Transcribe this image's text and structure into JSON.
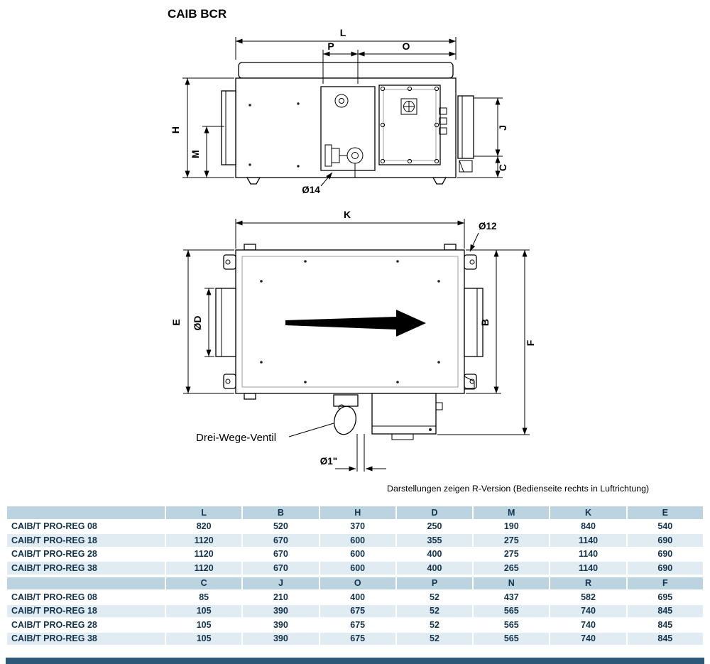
{
  "page": {
    "title": "CAIB BCR",
    "caption": "Darstellungen zeigen R-Version (Bedienseite rechts in Luftrichtung)"
  },
  "drawing": {
    "side_view": {
      "L": "L",
      "P": "P",
      "O": "O",
      "H": "H",
      "M": "M",
      "J": "J",
      "C": "C",
      "phi14": "Ø14"
    },
    "plan_view": {
      "K": "K",
      "phi12": "Ø12",
      "E": "E",
      "phiD": "ØD",
      "B": "B",
      "F": "F",
      "phi1": "Ø1\"",
      "valve_label": "Drei-Wege-Ventil"
    }
  },
  "tables": {
    "dimensions1": {
      "headers": [
        "L",
        "B",
        "H",
        "D",
        "M",
        "K",
        "E"
      ],
      "rows": [
        {
          "label": "CAIB/T PRO-REG 08",
          "values": [
            "820",
            "520",
            "370",
            "250",
            "190",
            "840",
            "540"
          ]
        },
        {
          "label": "CAIB/T PRO-REG 18",
          "values": [
            "1120",
            "670",
            "600",
            "355",
            "275",
            "1140",
            "690"
          ]
        },
        {
          "label": "CAIB/T PRO-REG 28",
          "values": [
            "1120",
            "670",
            "600",
            "400",
            "275",
            "1140",
            "690"
          ]
        },
        {
          "label": "CAIB/T PRO-REG 38",
          "values": [
            "1120",
            "670",
            "600",
            "400",
            "265",
            "1140",
            "690"
          ]
        }
      ]
    },
    "dimensions2": {
      "headers": [
        "C",
        "J",
        "O",
        "P",
        "N",
        "R",
        "F"
      ],
      "rows": [
        {
          "label": "CAIB/T PRO-REG 08",
          "values": [
            "85",
            "210",
            "400",
            "52",
            "437",
            "582",
            "695"
          ]
        },
        {
          "label": "CAIB/T PRO-REG 18",
          "values": [
            "105",
            "390",
            "675",
            "52",
            "565",
            "740",
            "845"
          ]
        },
        {
          "label": "CAIB/T PRO-REG 28",
          "values": [
            "105",
            "390",
            "675",
            "52",
            "565",
            "740",
            "845"
          ]
        },
        {
          "label": "CAIB/T PRO-REG 38",
          "values": [
            "105",
            "390",
            "675",
            "52",
            "565",
            "740",
            "845"
          ]
        }
      ]
    }
  }
}
